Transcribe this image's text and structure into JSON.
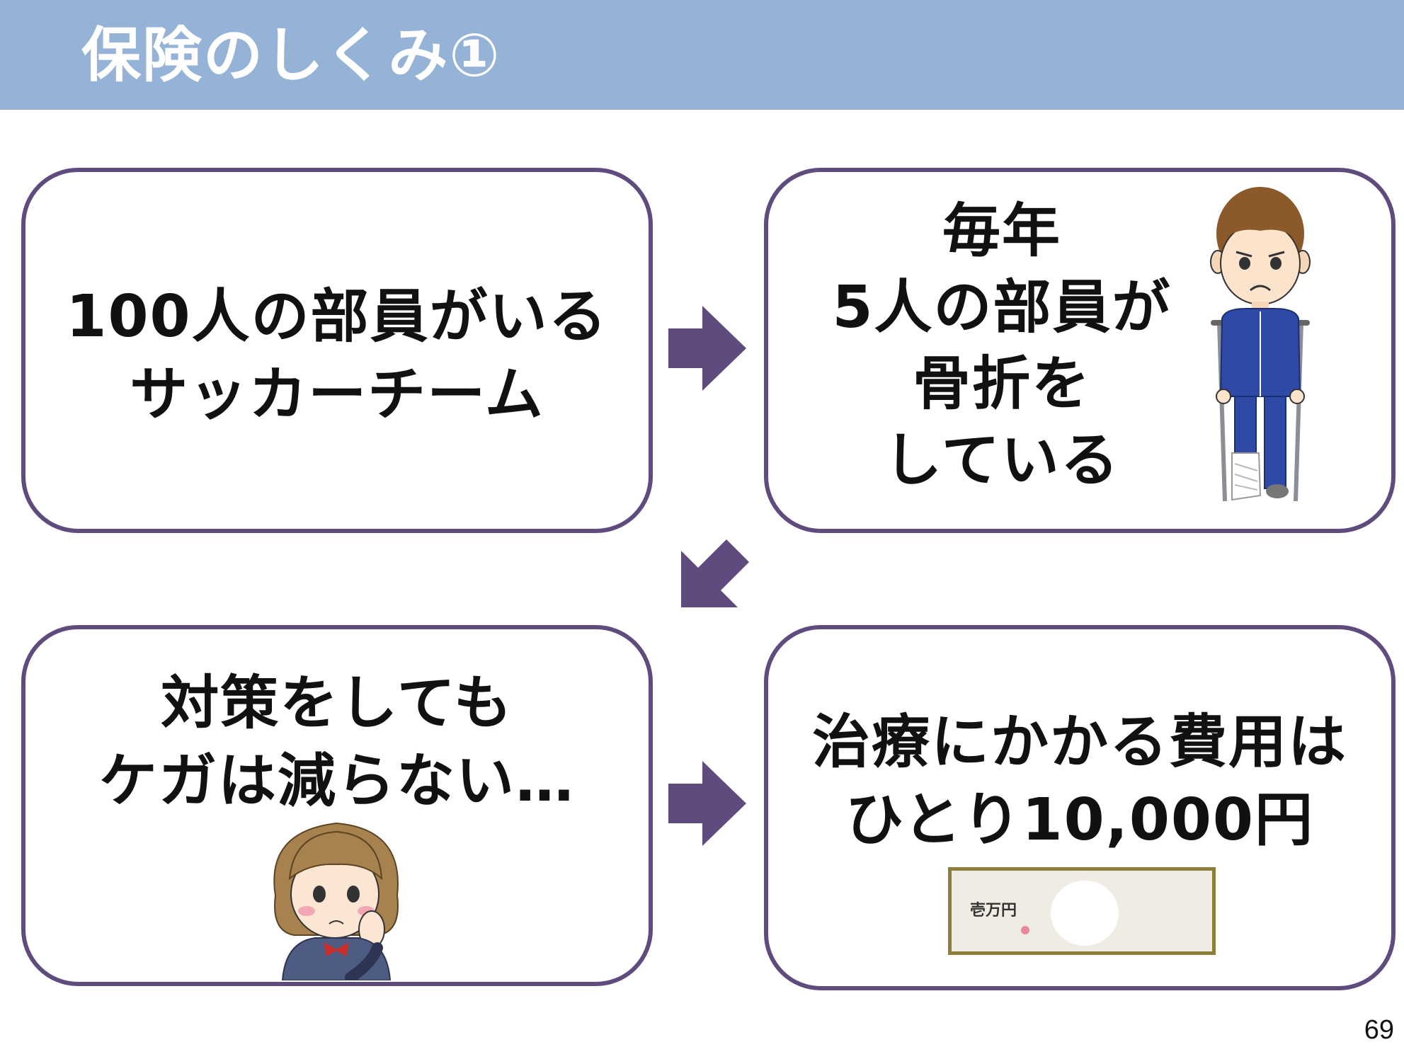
{
  "header": {
    "title": "保険のしくみ①"
  },
  "panels": {
    "team": {
      "lines": [
        "100人の部員がいる",
        "サッカーチーム"
      ]
    },
    "injury": {
      "lines": [
        "毎年",
        "5人の部員が",
        "骨折を",
        "している"
      ]
    },
    "prevention": {
      "lines": [
        "対策をしても",
        "ケガは減らない…"
      ]
    },
    "cost": {
      "lines": [
        "治療にかかる費用は",
        "ひとり10,000円"
      ]
    }
  },
  "banknote": {
    "label": "壱万円"
  },
  "page_number": "69",
  "colors": {
    "header_bg": "#95b3d7",
    "panel_border": "#5f4b7d",
    "arrow": "#5f4b7d"
  }
}
